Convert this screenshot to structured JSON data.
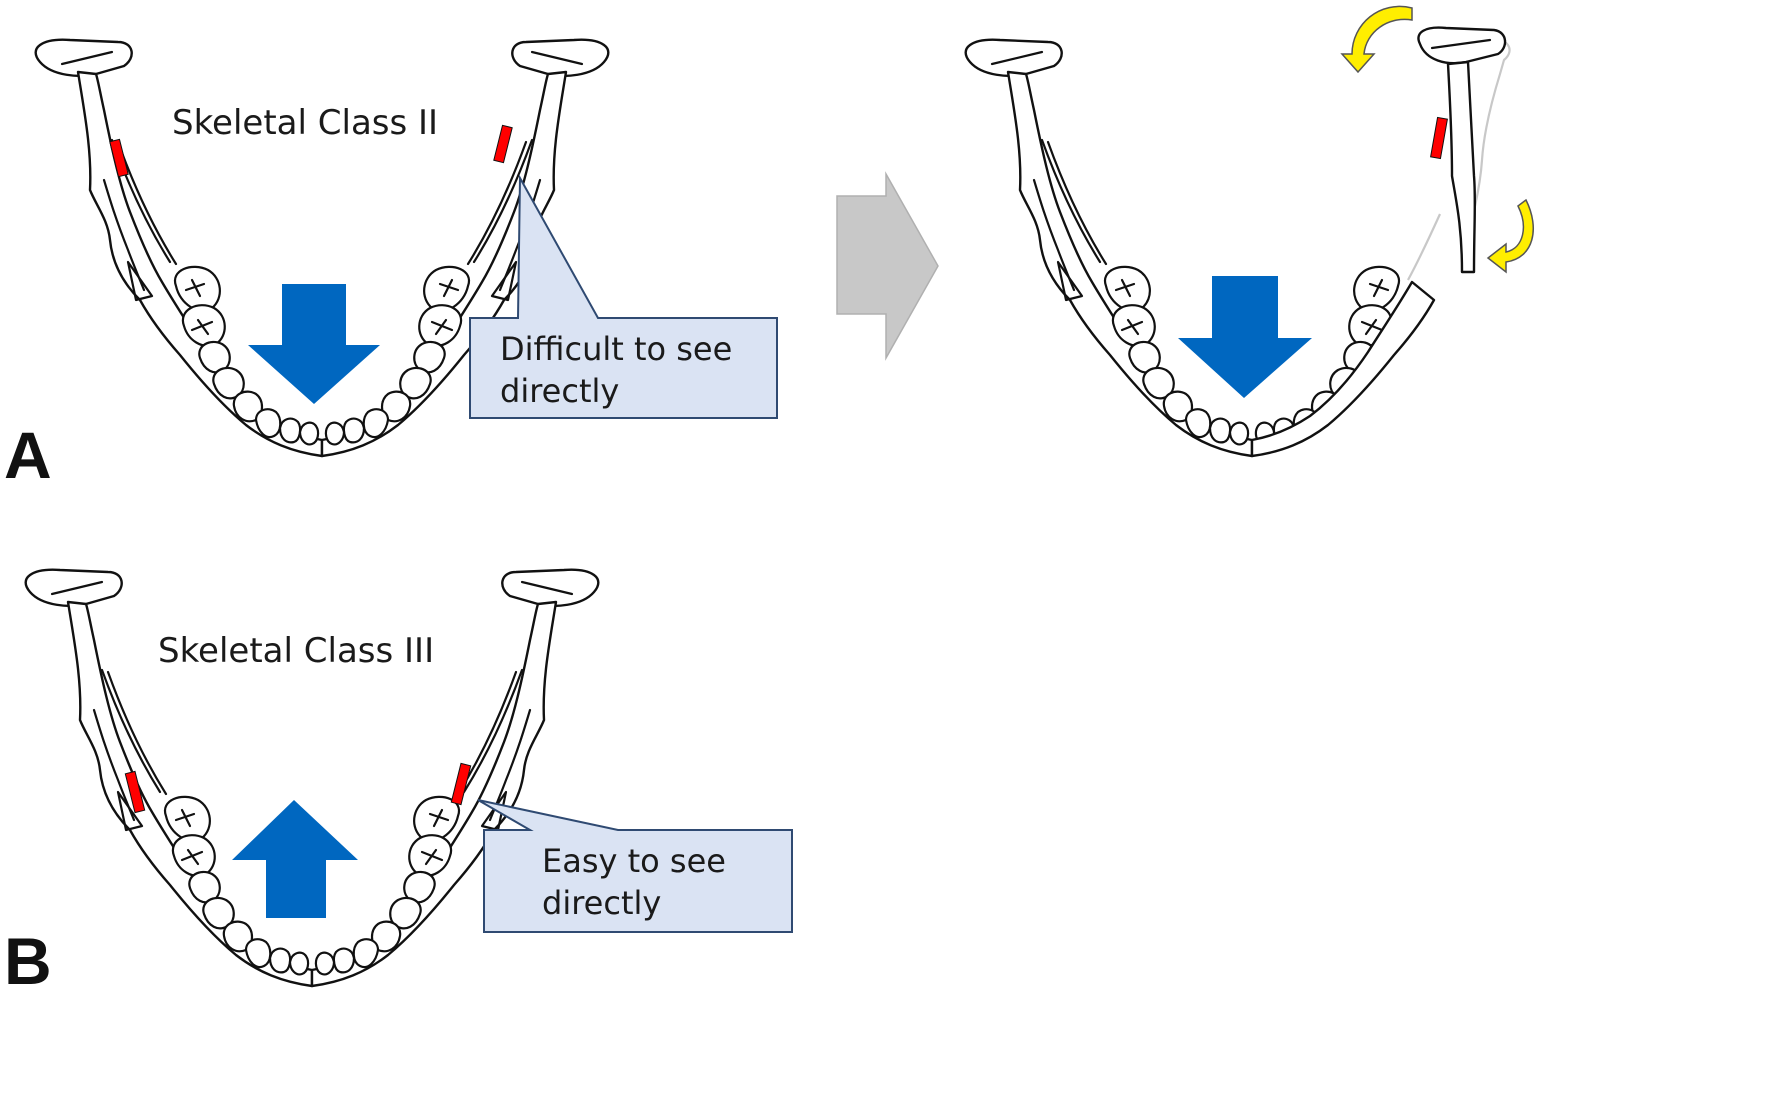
{
  "panels": {
    "a": {
      "letter": "A",
      "title": "Skeletal Class II",
      "callout": [
        "Difficult to see",
        "directly"
      ]
    },
    "b": {
      "letter": "B",
      "title": "Skeletal Class III",
      "callout": [
        "Easy to see",
        "directly"
      ]
    }
  },
  "colors": {
    "arrow_blue": "#0067c0",
    "callout_fill": "#dae3f3",
    "callout_border": "#2f4a72",
    "marker_red": "#ff0000",
    "rotation_yellow": "#ffee00",
    "transition_gray": "#bfbfbf"
  },
  "icons": {
    "transition": "chevron-arrow-right-icon",
    "rotation": "curved-rotation-arrow-icon"
  }
}
